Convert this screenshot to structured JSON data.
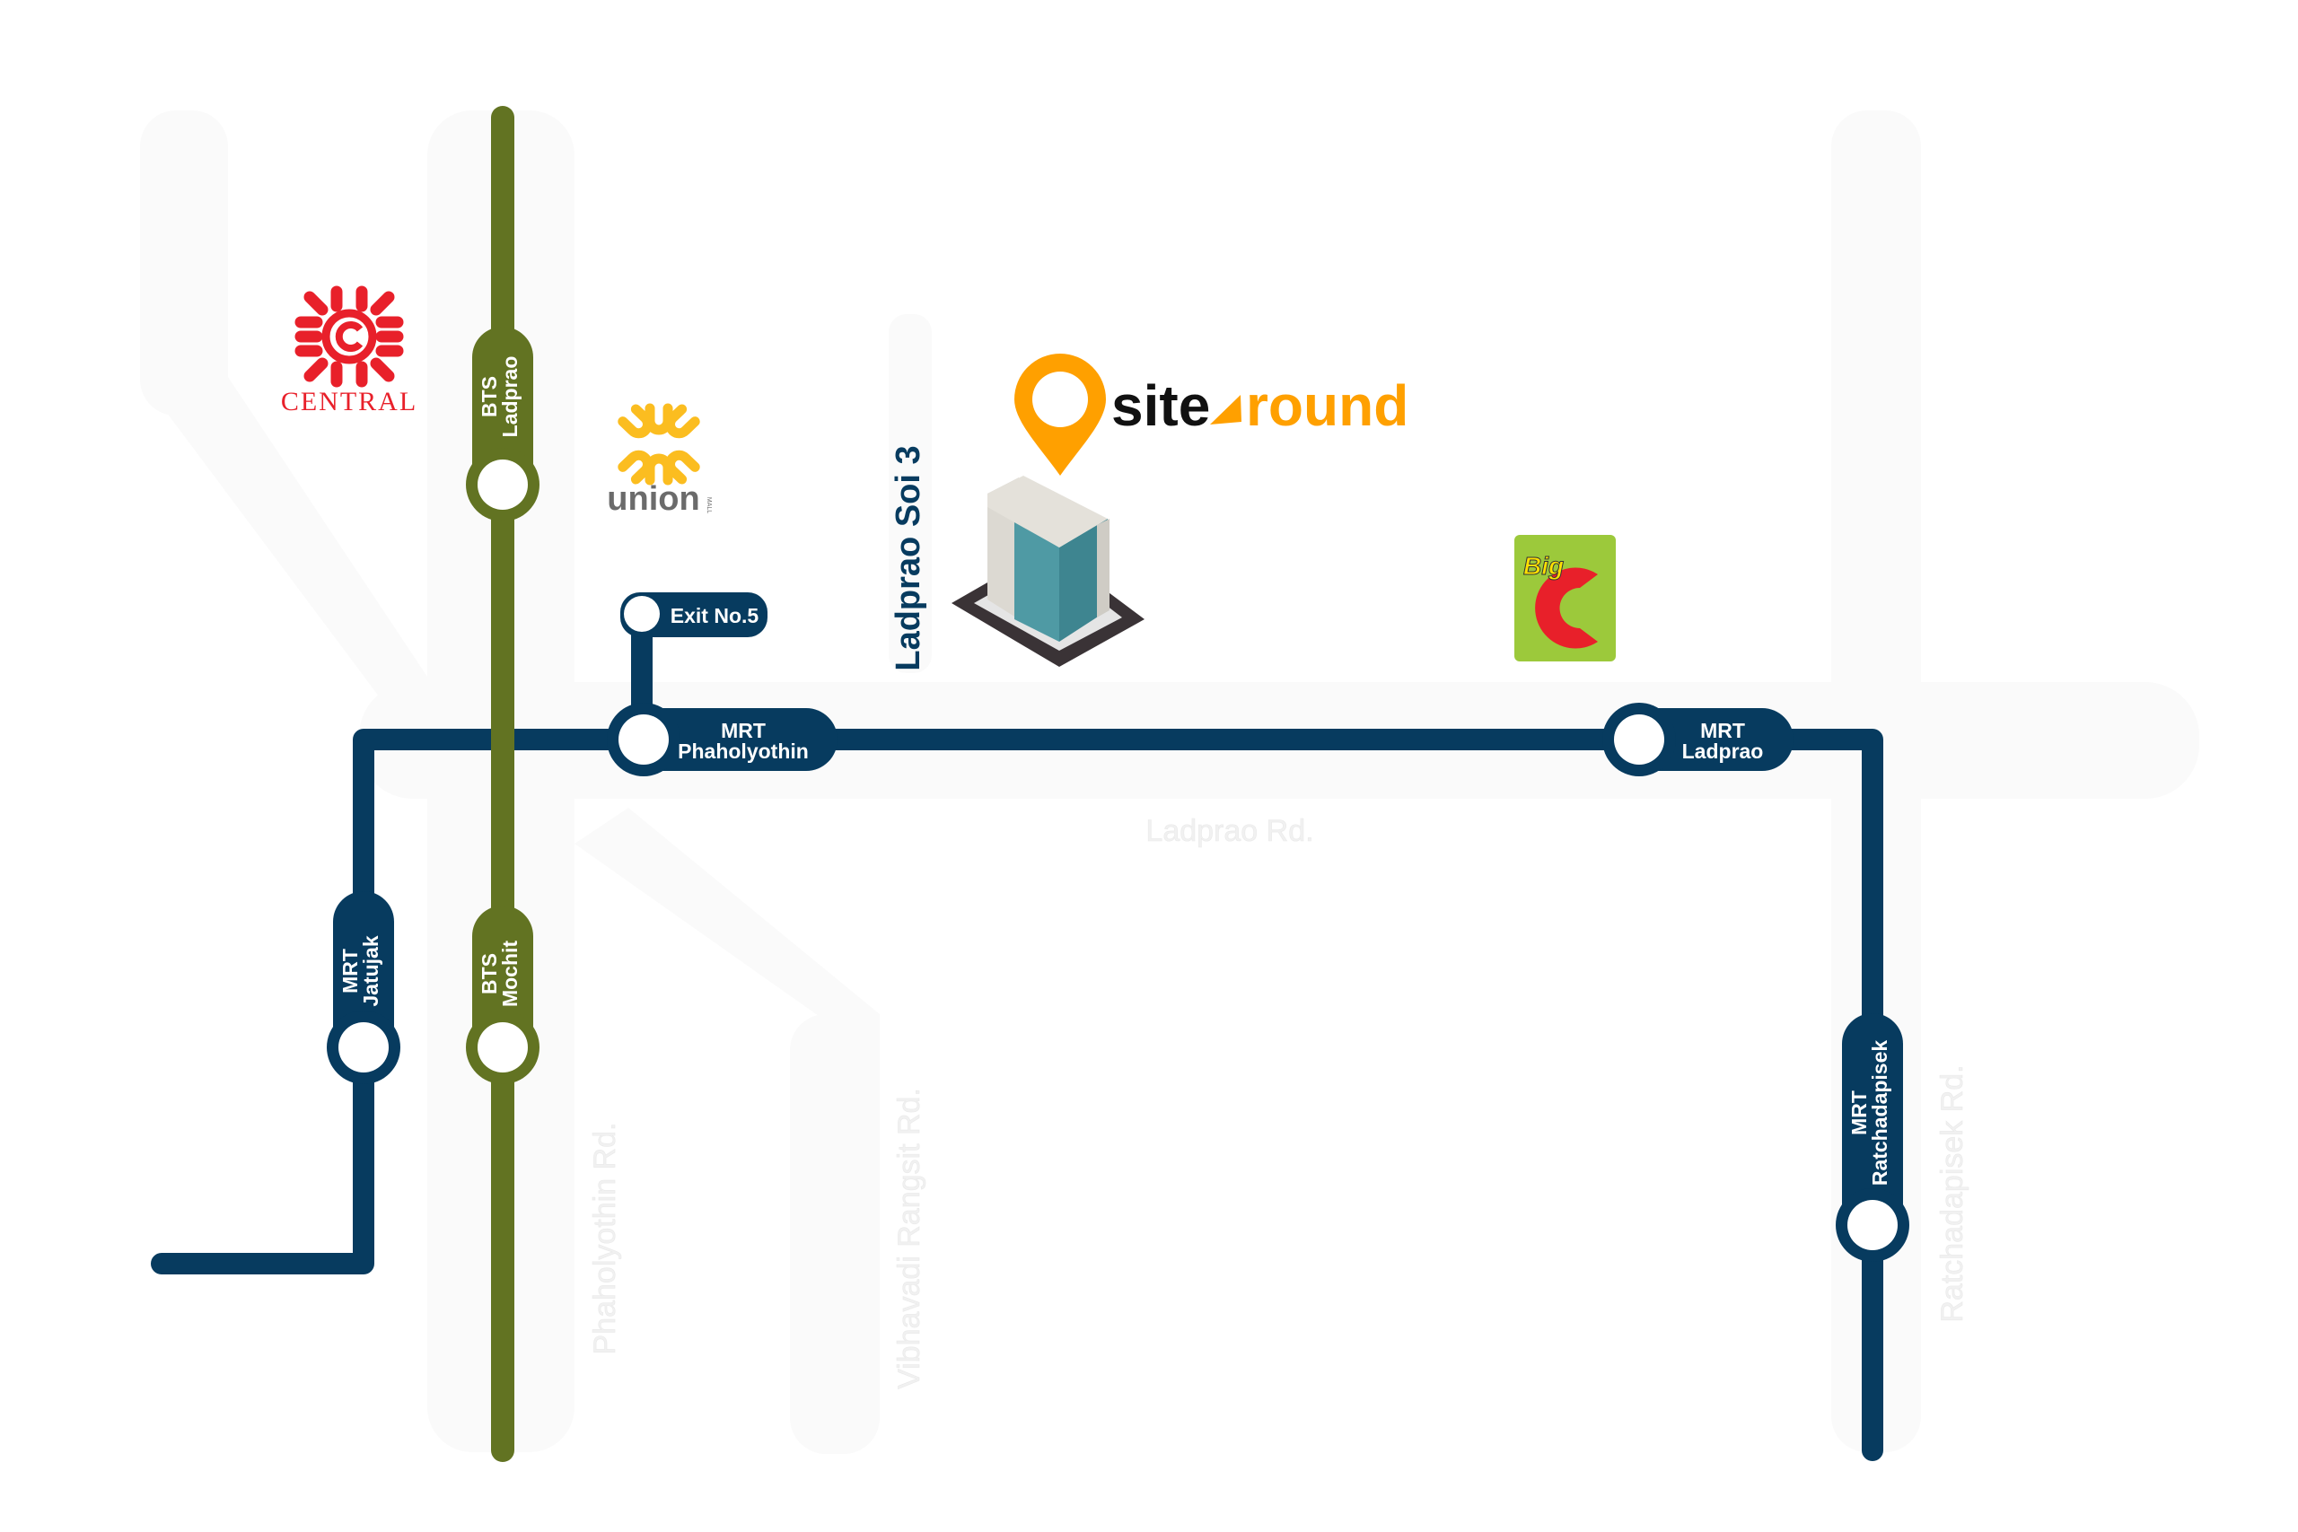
{
  "colors": {
    "bts": "#627322",
    "mrt": "#073b5f",
    "brand_orange": "#ffa000",
    "road": "#fafafa"
  },
  "roads": {
    "ladprao": "Ladprao Rd.",
    "phaholyothin": "Phaholyothin Rd.",
    "vibhavadi": "Vibhavadi Rangsit Rd.",
    "ratchadapisek": "Ratchadapisek Rd.",
    "soi": "Ladprao Soi 3"
  },
  "stations": {
    "bts_ladprao": {
      "line": "BTS",
      "name": "Ladprao"
    },
    "bts_mochit": {
      "line": "BTS",
      "name": "Mochit"
    },
    "mrt_jatujak": {
      "line": "MRT",
      "name": "Jatujak"
    },
    "mrt_phaholyothin": {
      "line": "MRT",
      "name": "Phaholyothin"
    },
    "mrt_ladprao": {
      "line": "MRT",
      "name": "Ladprao"
    },
    "mrt_ratchadapisek": {
      "line": "MRT",
      "name": "Ratchadapisek"
    },
    "exit": "Exit No.5"
  },
  "landmarks": {
    "central": "CENTRAL",
    "union": "union",
    "union_sub": "MALL",
    "bigc": "Big",
    "bigc_letter": "C"
  },
  "brand": {
    "site": "site",
    "around": "round",
    "icon": "map-pin-icon"
  }
}
